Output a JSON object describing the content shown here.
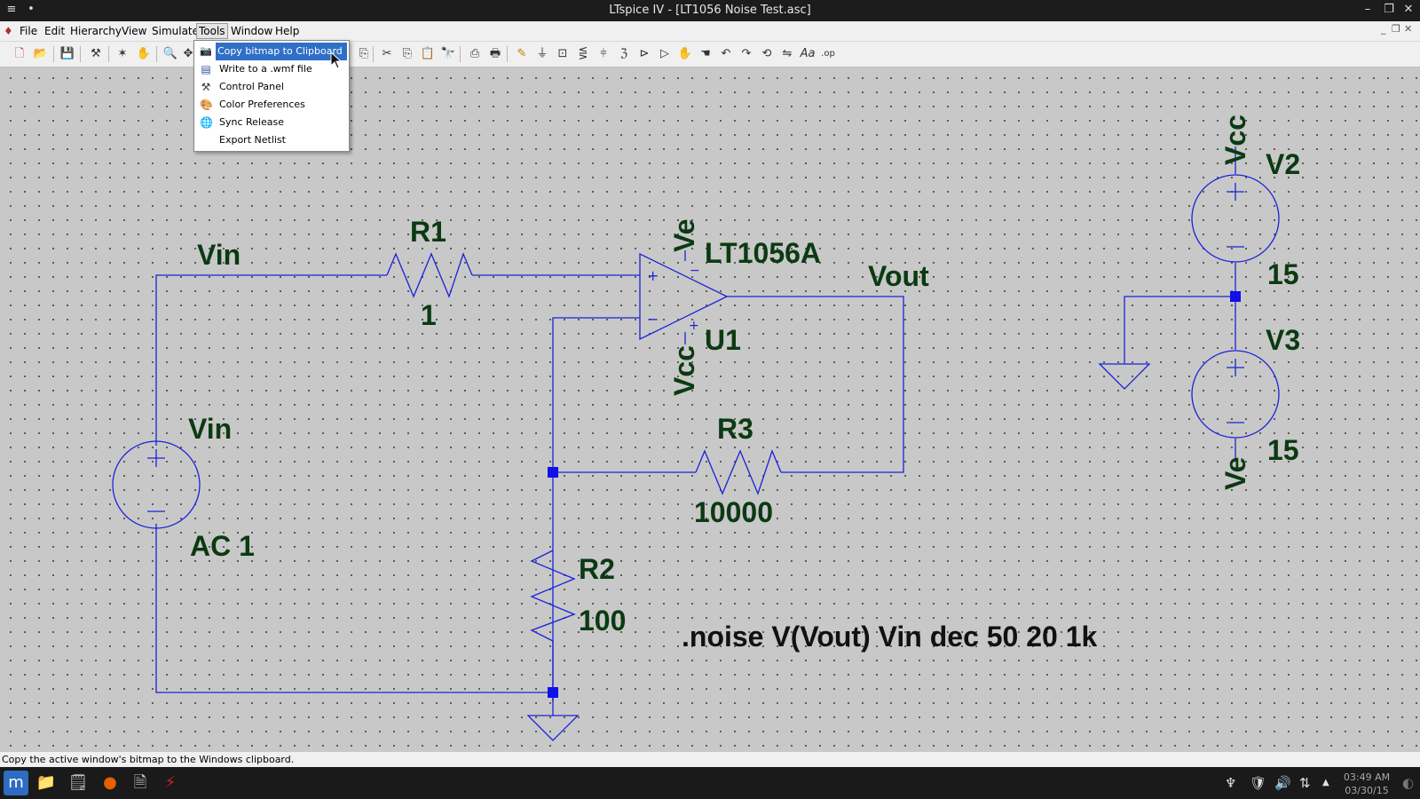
{
  "window": {
    "title": "LTspice IV - [LT1056 Noise Test.asc]"
  },
  "menubar": {
    "items": [
      "File",
      "Edit",
      "Hierarchy",
      "View",
      "Simulate",
      "Tools",
      "Window",
      "Help"
    ]
  },
  "tools_menu": {
    "items": [
      {
        "label": "Copy bitmap to Clipboard",
        "icon": "camera-icon"
      },
      {
        "label": "Write to a .wmf file",
        "icon": "file-icon"
      },
      {
        "label": "Control Panel",
        "icon": "hammer-icon"
      },
      {
        "label": "Color Preferences",
        "icon": "palette-icon"
      },
      {
        "label": "Sync Release",
        "icon": "globe-icon"
      },
      {
        "label": "Export Netlist",
        "icon": ""
      }
    ]
  },
  "schematic": {
    "labels": {
      "vin_net": "Vin",
      "r1_name": "R1",
      "r1_value": "1",
      "opamp_ve": "Ve",
      "opamp_model": "LT1056A",
      "opamp_vcc": "Vcc",
      "opamp_name": "U1",
      "vout_net": "Vout",
      "r3_name": "R3",
      "r3_value": "10000",
      "r2_name": "R2",
      "r2_value": "100",
      "vin_source": "Vin",
      "vin_value": "AC 1",
      "v2_net": "Vcc",
      "v2_name": "V2",
      "v2_value": "15",
      "v3_name": "V3",
      "v3_value": "15",
      "v3_net": "Ve",
      "directive": ".noise V(Vout) Vin dec 50 20 1k",
      "plus": "+",
      "minus": "−"
    }
  },
  "statusbar": {
    "text": "Copy the active window's bitmap to the Windows clipboard."
  },
  "taskbar": {
    "clock_time": "03:49 AM",
    "clock_date": "03/30/15"
  },
  "colors": {
    "wire": "#1a22d8",
    "label": "#0b3a12",
    "highlight": "#2f6fc7",
    "canvas": "#c8c8c8"
  }
}
